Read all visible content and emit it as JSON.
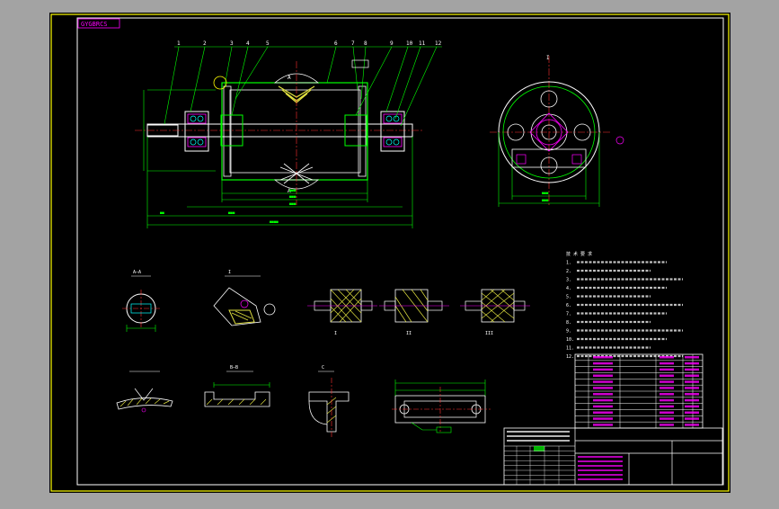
{
  "colors": {
    "viewport_bg": "#a3a3a3",
    "sheet_bg": "#000000",
    "frame": "#ffff00",
    "line_green": "#00ff00",
    "line_white": "#ffffff",
    "line_magenta": "#ff00ff",
    "line_red": "#ff3030",
    "line_cyan": "#00ffff",
    "line_blue": "#3060ff",
    "hatch_yellow": "#e0e040"
  },
  "sheet": {
    "corner_label": "GYGBRCS"
  },
  "main_view": {
    "part_numbers": [
      "1",
      "2",
      "3",
      "4",
      "5",
      "6",
      "7",
      "8",
      "9",
      "10",
      "11",
      "12"
    ],
    "section_letter": "A"
  },
  "detail_titles": {
    "section_a": "A—A",
    "bearing_detail": "I",
    "roller_variants": "",
    "weld_a": "",
    "groove_b": "B—B",
    "angle_c": "C",
    "side_view": ""
  },
  "variant_labels": [
    "I",
    "II",
    "III"
  ],
  "side_mark": "I",
  "notes": {
    "lines": [
      "技 术 要 求",
      "1.",
      "2.",
      "3.",
      "4.",
      "5.",
      "6.",
      "7.",
      "8.",
      "9.",
      "10.",
      "11.",
      "12."
    ]
  },
  "title_block": {
    "project_title": "",
    "drawing_code": "",
    "part_name": ""
  }
}
